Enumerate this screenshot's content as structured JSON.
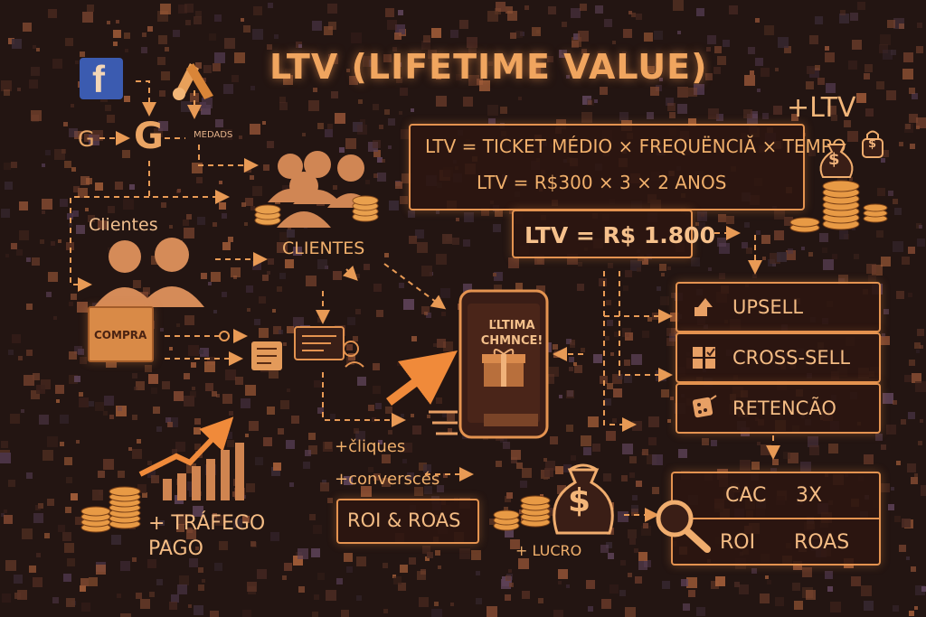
{
  "title": "LTV (LIFETIME VALUE)",
  "plus_ltv": "+LTV",
  "formula": {
    "line1": "LTV = TICKET MÉDIO × FREQUËNCIĂ × TEMPO",
    "line2": "LTV = R$300 × 3 × 2 ANOS",
    "result": "LTV = R$ 1.800"
  },
  "icons": {
    "facebook_letter": "f",
    "google_small": "G",
    "google_large": "G",
    "money_bag_symbol": "$",
    "lock_symbol": "$"
  },
  "labels": {
    "medads": "MEDADS",
    "clientes_top": "Clientes",
    "clientes_mid": "CLIENTES",
    "compra": "COMPRA",
    "phone_text": "ĽLTIMA CHMNCE!",
    "cliques": "+čliques",
    "conversoes": "+converscés",
    "roi_roas": "ROI & ROAS",
    "lucro": "+ LUCRO",
    "trafego": "+ TRÁFEGO PAGO"
  },
  "strategies": [
    {
      "label": "UPSELL",
      "icon": "arrow-up-icon"
    },
    {
      "label": "CROSS-SELL",
      "icon": "grid-check-icon"
    },
    {
      "label": "RETENCÃO",
      "icon": "dice-icon"
    }
  ],
  "metrics": {
    "cac": "CAC",
    "cac_value": "3X",
    "roi": "ROI",
    "roas": "ROAS"
  },
  "colors": {
    "background": "#231512",
    "accent": "#e49350",
    "text": "#f1b06c",
    "coin": "#e89a45",
    "facebook_bg": "#3b5bb0"
  }
}
